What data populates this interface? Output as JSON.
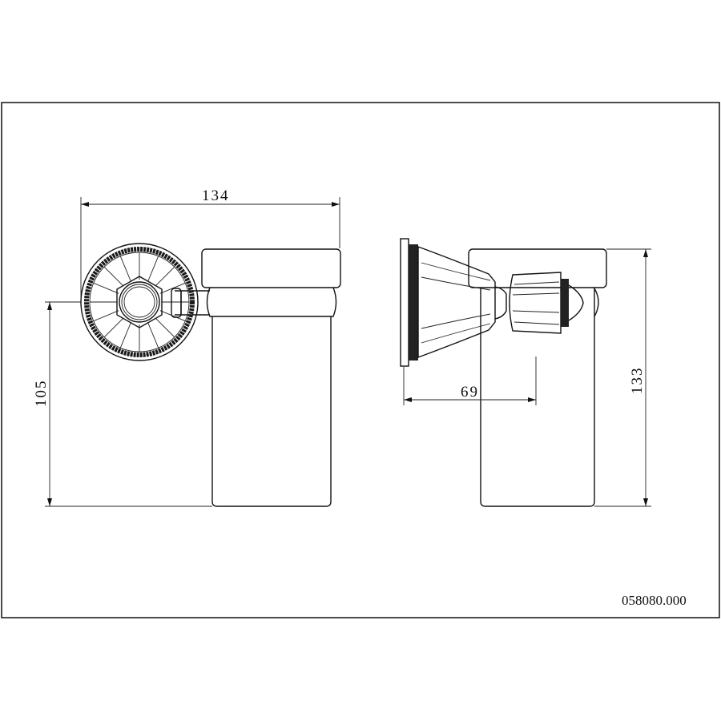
{
  "drawing": {
    "part_number": "058080.000",
    "dimensions": {
      "overall_width": "134",
      "mount_height": "105",
      "projection": "69",
      "overall_height": "133"
    },
    "views": [
      "front-view",
      "side-view"
    ]
  }
}
